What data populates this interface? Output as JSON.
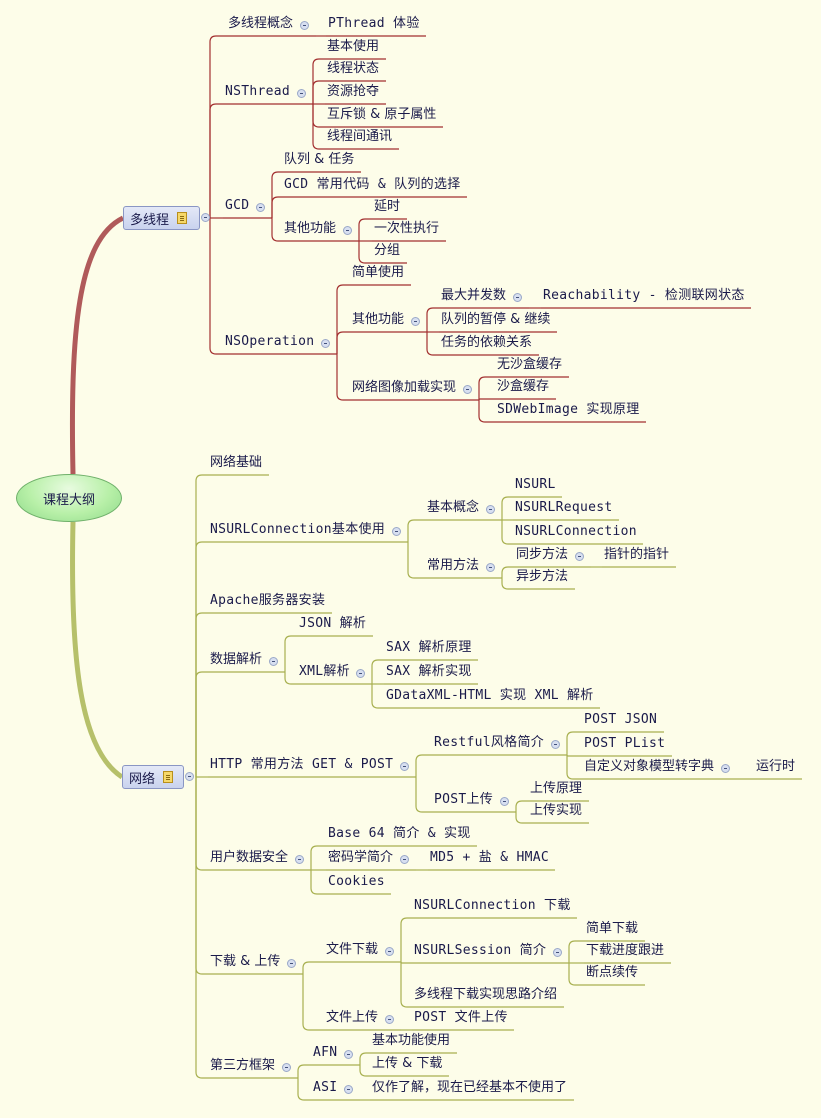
{
  "root": "课程大纲",
  "topics": [
    {
      "title": "多线程",
      "children": [
        {
          "label": "多线程概念",
          "children": [
            {
              "label": "PThread 体验"
            }
          ]
        },
        {
          "label": "NSThread",
          "children": [
            {
              "label": "基本使用"
            },
            {
              "label": "线程状态"
            },
            {
              "label": "资源抢夺"
            },
            {
              "label": "互斥锁 & 原子属性"
            },
            {
              "label": "线程间通讯"
            }
          ]
        },
        {
          "label": "GCD",
          "children": [
            {
              "label": "队列 & 任务"
            },
            {
              "label": "GCD 常用代码 & 队列的选择"
            },
            {
              "label": "其他功能",
              "children": [
                {
                  "label": "延时"
                },
                {
                  "label": "一次性执行"
                },
                {
                  "label": "分组"
                }
              ]
            }
          ]
        },
        {
          "label": "NSOperation",
          "children": [
            {
              "label": "简单使用"
            },
            {
              "label": "其他功能",
              "children": [
                {
                  "label": "最大并发数",
                  "children": [
                    {
                      "label": "Reachability - 检测联网状态"
                    }
                  ]
                },
                {
                  "label": "队列的暂停 & 继续"
                },
                {
                  "label": "任务的依赖关系"
                }
              ]
            },
            {
              "label": "网络图像加载实现",
              "children": [
                {
                  "label": "无沙盒缓存"
                },
                {
                  "label": "沙盒缓存"
                },
                {
                  "label": "SDWebImage 实现原理"
                }
              ]
            }
          ]
        }
      ]
    },
    {
      "title": "网络",
      "children": [
        {
          "label": "网络基础"
        },
        {
          "label": "NSURLConnection基本使用",
          "children": [
            {
              "label": "基本概念",
              "children": [
                {
                  "label": "NSURL"
                },
                {
                  "label": "NSURLRequest"
                },
                {
                  "label": "NSURLConnection"
                }
              ]
            },
            {
              "label": "常用方法",
              "children": [
                {
                  "label": "同步方法",
                  "children": [
                    {
                      "label": "指针的指针"
                    }
                  ]
                },
                {
                  "label": "异步方法"
                }
              ]
            }
          ]
        },
        {
          "label": "Apache服务器安装"
        },
        {
          "label": "数据解析",
          "children": [
            {
              "label": "JSON 解析"
            },
            {
              "label": "XML解析",
              "children": [
                {
                  "label": "SAX 解析原理"
                },
                {
                  "label": "SAX 解析实现"
                },
                {
                  "label": "GDataXML-HTML 实现 XML 解析"
                }
              ]
            }
          ]
        },
        {
          "label": "HTTP 常用方法 GET & POST",
          "children": [
            {
              "label": "Restful风格简介",
              "children": [
                {
                  "label": "POST JSON"
                },
                {
                  "label": "POST PList"
                },
                {
                  "label": "自定义对象模型转字典",
                  "children": [
                    {
                      "label": "运行时"
                    }
                  ]
                }
              ]
            },
            {
              "label": "POST上传",
              "children": [
                {
                  "label": "上传原理"
                },
                {
                  "label": "上传实现"
                }
              ]
            }
          ]
        },
        {
          "label": "用户数据安全",
          "children": [
            {
              "label": "Base 64 简介 & 实现"
            },
            {
              "label": "密码学简介",
              "children": [
                {
                  "label": "MD5 + 盐 & HMAC"
                }
              ]
            },
            {
              "label": "Cookies"
            }
          ]
        },
        {
          "label": "下载 & 上传",
          "children": [
            {
              "label": "文件下载",
              "children": [
                {
                  "label": "NSURLConnection 下载"
                },
                {
                  "label": "NSURLSession 简介",
                  "children": [
                    {
                      "label": "简单下载"
                    },
                    {
                      "label": "下载进度跟进"
                    },
                    {
                      "label": "断点续传"
                    }
                  ]
                },
                {
                  "label": "多线程下载实现思路介绍"
                }
              ]
            },
            {
              "label": "文件上传",
              "children": [
                {
                  "label": "POST 文件上传"
                }
              ]
            }
          ]
        },
        {
          "label": "第三方框架",
          "children": [
            {
              "label": "AFN",
              "children": [
                {
                  "label": "基本功能使用"
                },
                {
                  "label": "上传 & 下载"
                }
              ]
            },
            {
              "label": "ASI",
              "children": [
                {
                  "label": "仅作了解，现在已经基本不使用了"
                }
              ]
            }
          ]
        }
      ]
    }
  ]
}
